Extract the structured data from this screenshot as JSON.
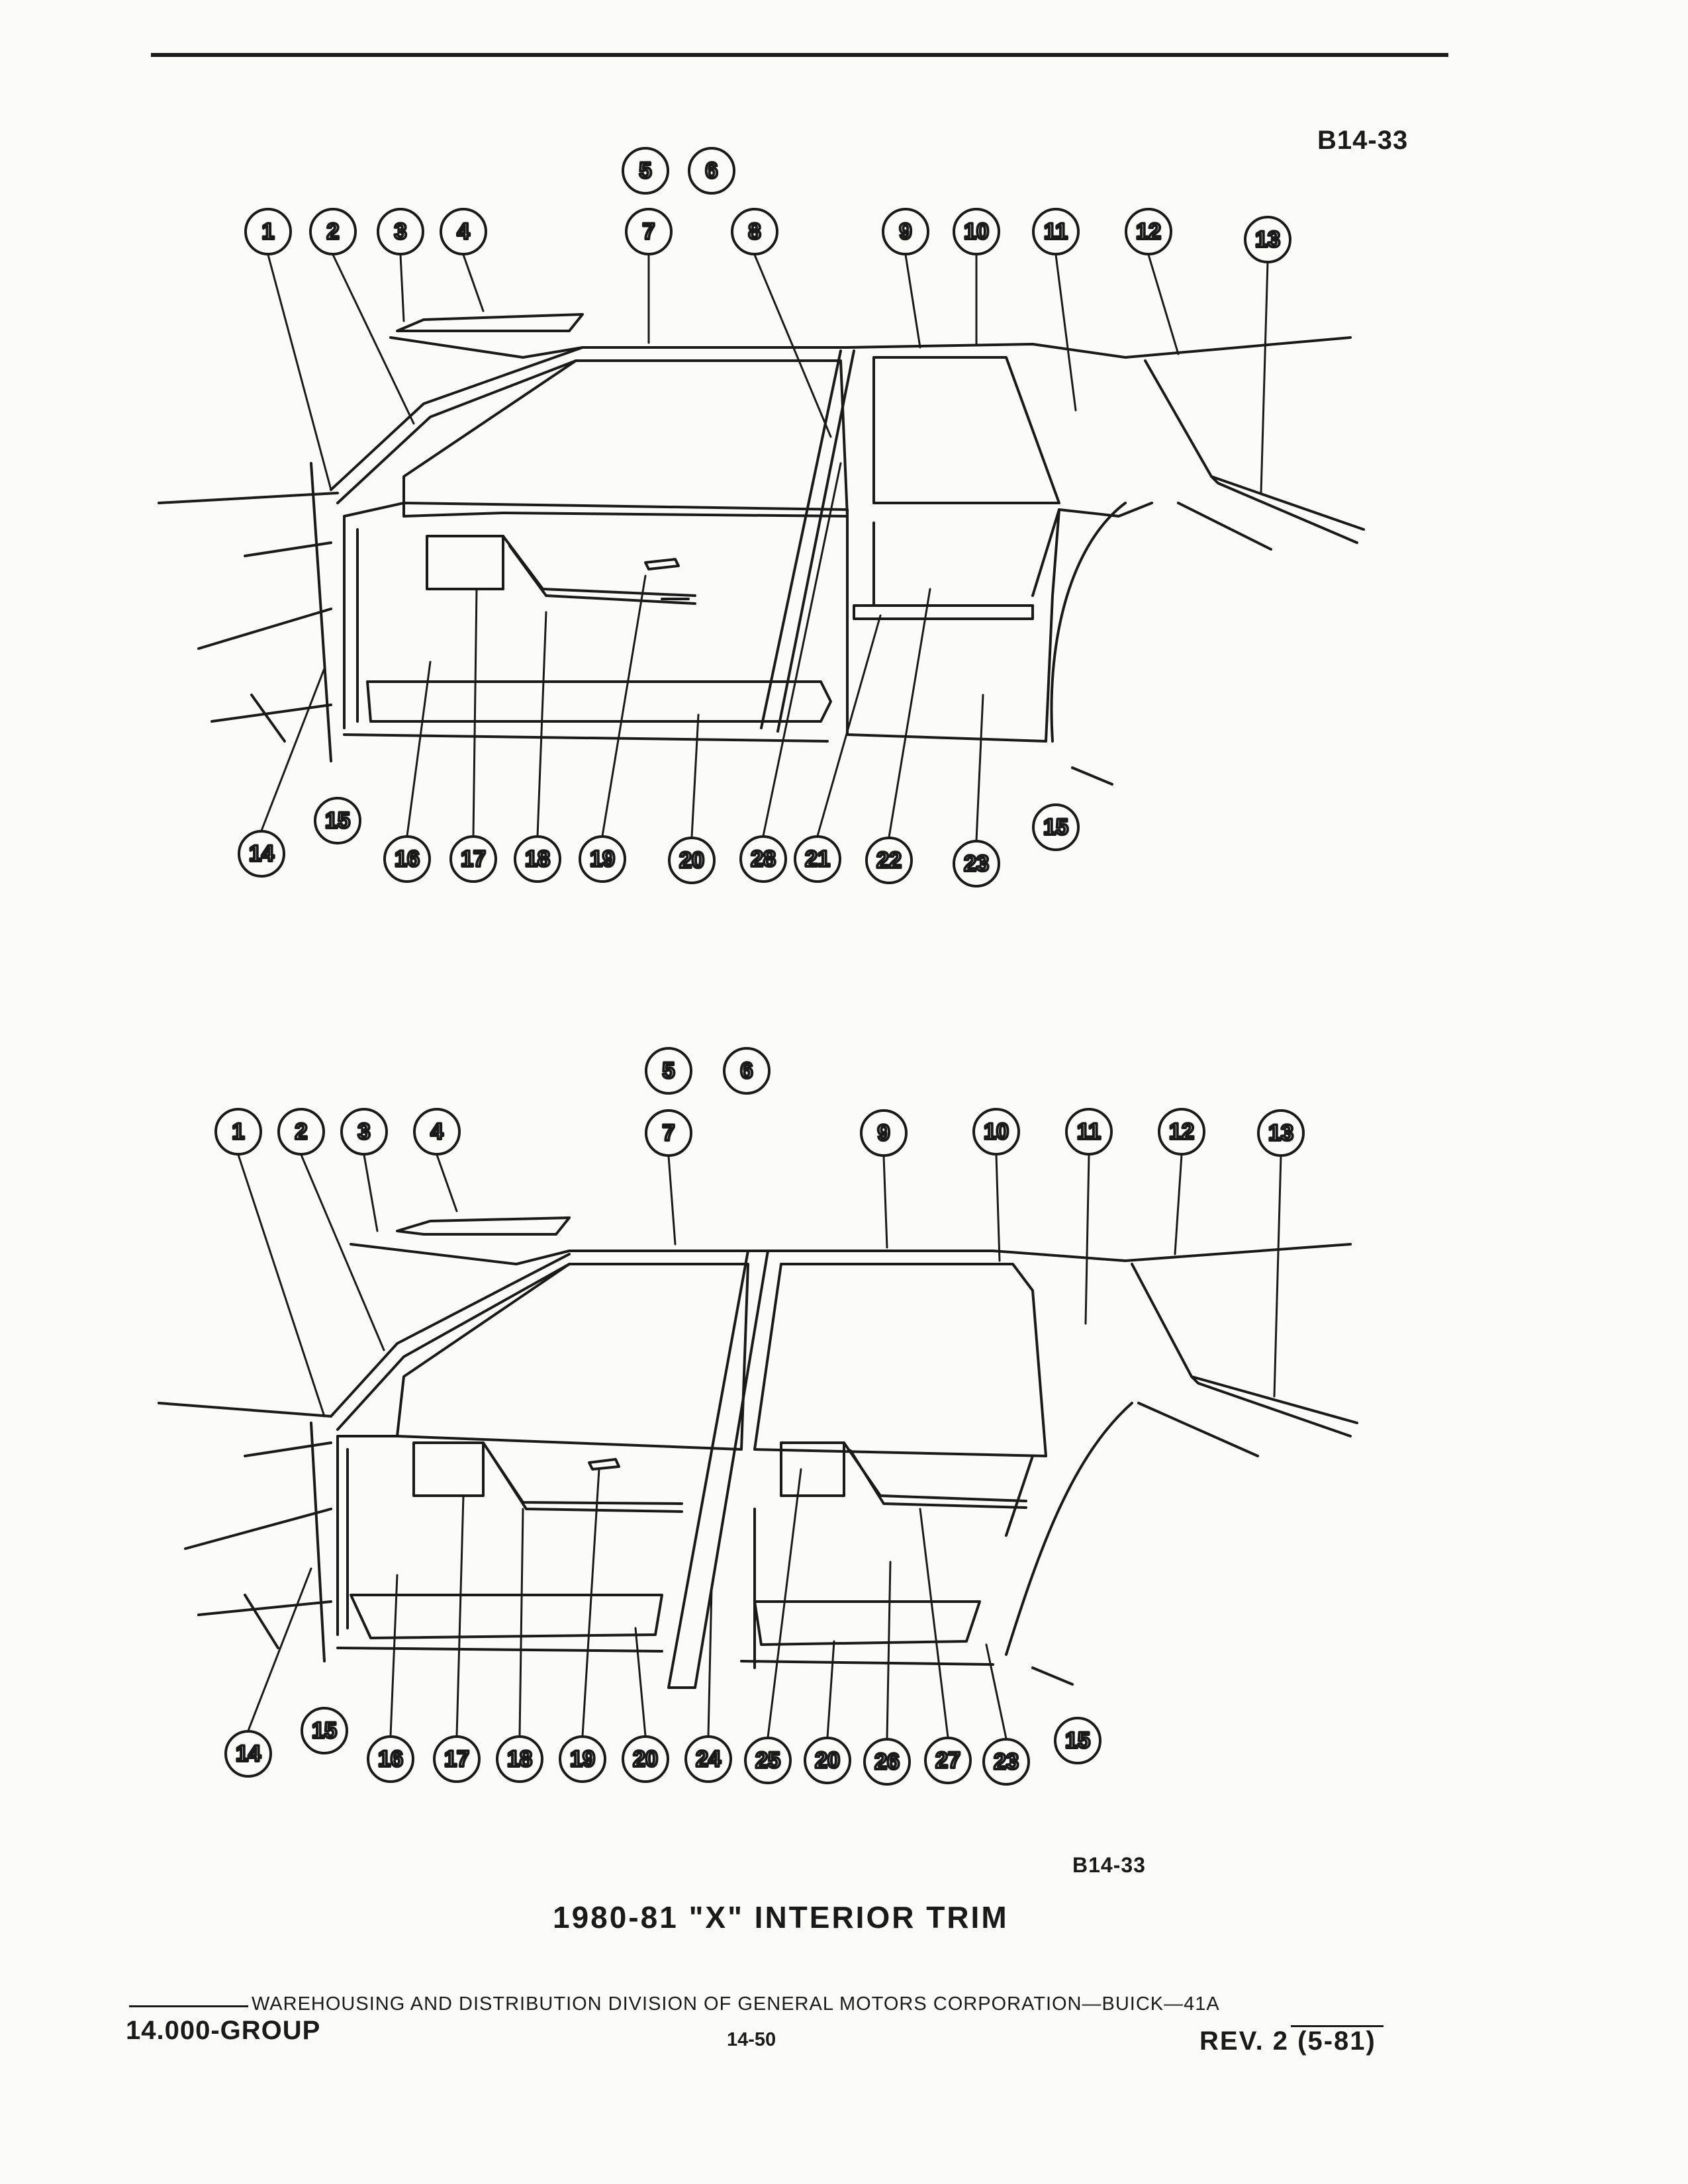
{
  "figure_code_top": "B14-33",
  "figure_code_bottom": "B14-33",
  "caption": "1980-81 \"X\" INTERIOR TRIM",
  "footer": {
    "division": "WAREHOUSING AND DISTRIBUTION  DIVISION OF GENERAL MOTORS CORPORATION—BUICK—41A",
    "group": "14.000-GROUP",
    "page": "14-50",
    "revision": "REV. 2 (5-81)"
  },
  "top_view": {
    "callouts": [
      "5",
      "6",
      "1",
      "2",
      "3",
      "4",
      "7",
      "8",
      "9",
      "10",
      "11",
      "12",
      "13",
      "15",
      "14",
      "16",
      "17",
      "18",
      "19",
      "20",
      "28",
      "21",
      "22",
      "23",
      "15"
    ]
  },
  "bottom_view": {
    "callouts": [
      "5",
      "6",
      "1",
      "2",
      "3",
      "4",
      "7",
      "9",
      "10",
      "11",
      "12",
      "13",
      "14",
      "15",
      "16",
      "17",
      "18",
      "19",
      "20",
      "24",
      "25",
      "20",
      "26",
      "27",
      "23",
      "15"
    ]
  }
}
